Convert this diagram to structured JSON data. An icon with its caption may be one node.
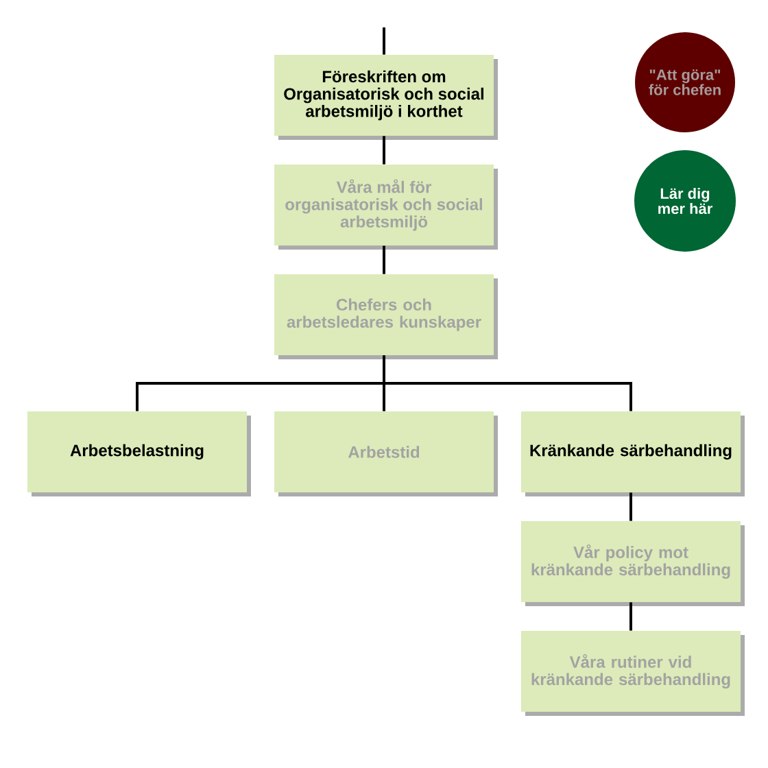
{
  "diagram": {
    "nodes": [
      {
        "text": [
          "Föreskriften om Organisatorisk och social arbetsmiljö i korthet"
        ]
      },
      {
        "text": [
          "Våra mål för organisatorisk och social arbetsmiljö"
        ]
      },
      {
        "text": [
          "Chefers och arbetsledares kunskaper"
        ]
      },
      {
        "text": [
          "Arbetsbelastning"
        ]
      },
      {
        "text": [
          "Arbetstid"
        ]
      },
      {
        "text": [
          "Kränkande särbehandling"
        ]
      },
      {
        "text": [
          "Vår policy mot kränkande särbehandling"
        ]
      },
      {
        "text": [
          "Våra rutiner vid kränkande särbehandling"
        ]
      },
      {
        "text": [
          "\"Att göra\" för chefen"
        ]
      },
      {
        "text": [
          "Lär dig mer här"
        ]
      }
    ],
    "edges": [
      {
        "from": null,
        "to": 0,
        "arrow": "none"
      },
      {
        "from": 0,
        "to": 1,
        "arrow": "none"
      },
      {
        "from": 1,
        "to": 2,
        "arrow": "none"
      },
      {
        "from": 2,
        "to": 3,
        "arrow": "none"
      },
      {
        "from": 2,
        "to": 4,
        "arrow": "none"
      },
      {
        "from": 2,
        "to": 5,
        "arrow": "none"
      },
      {
        "from": 5,
        "to": 6,
        "arrow": "none"
      },
      {
        "from": 6,
        "to": 7,
        "arrow": "none"
      }
    ]
  }
}
